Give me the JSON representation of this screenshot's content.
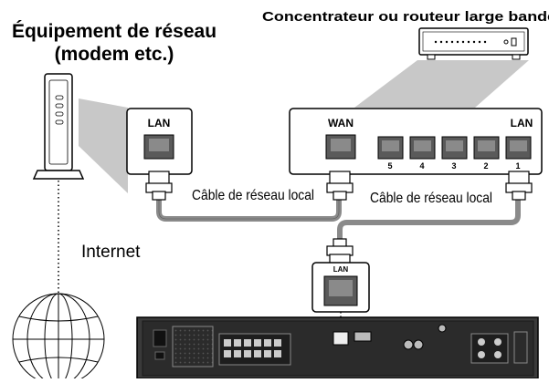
{
  "labels": {
    "network_equipment": [
      "Équipement de réseau",
      "(modem etc.)"
    ],
    "hub_router": "Concentrateur ou routeur large bande",
    "internet": "Internet",
    "cable_1": "Câble de réseau local",
    "cable_2": "Câble de réseau local",
    "modem_port": "LAN",
    "router_wan": "WAN",
    "router_lan": "LAN",
    "player_port": "LAN",
    "port_numbers": [
      "5",
      "4",
      "3",
      "2",
      "1"
    ]
  },
  "colors": {
    "cable": "#8a8a8a",
    "zoom_wedge": "#c8c8c8",
    "player_body": "#3a3a3a",
    "outline": "#000000"
  },
  "icons": {
    "modem": "modem-icon",
    "router": "router-icon",
    "globe": "globe-icon",
    "player": "blu-ray-player-rear-icon"
  }
}
